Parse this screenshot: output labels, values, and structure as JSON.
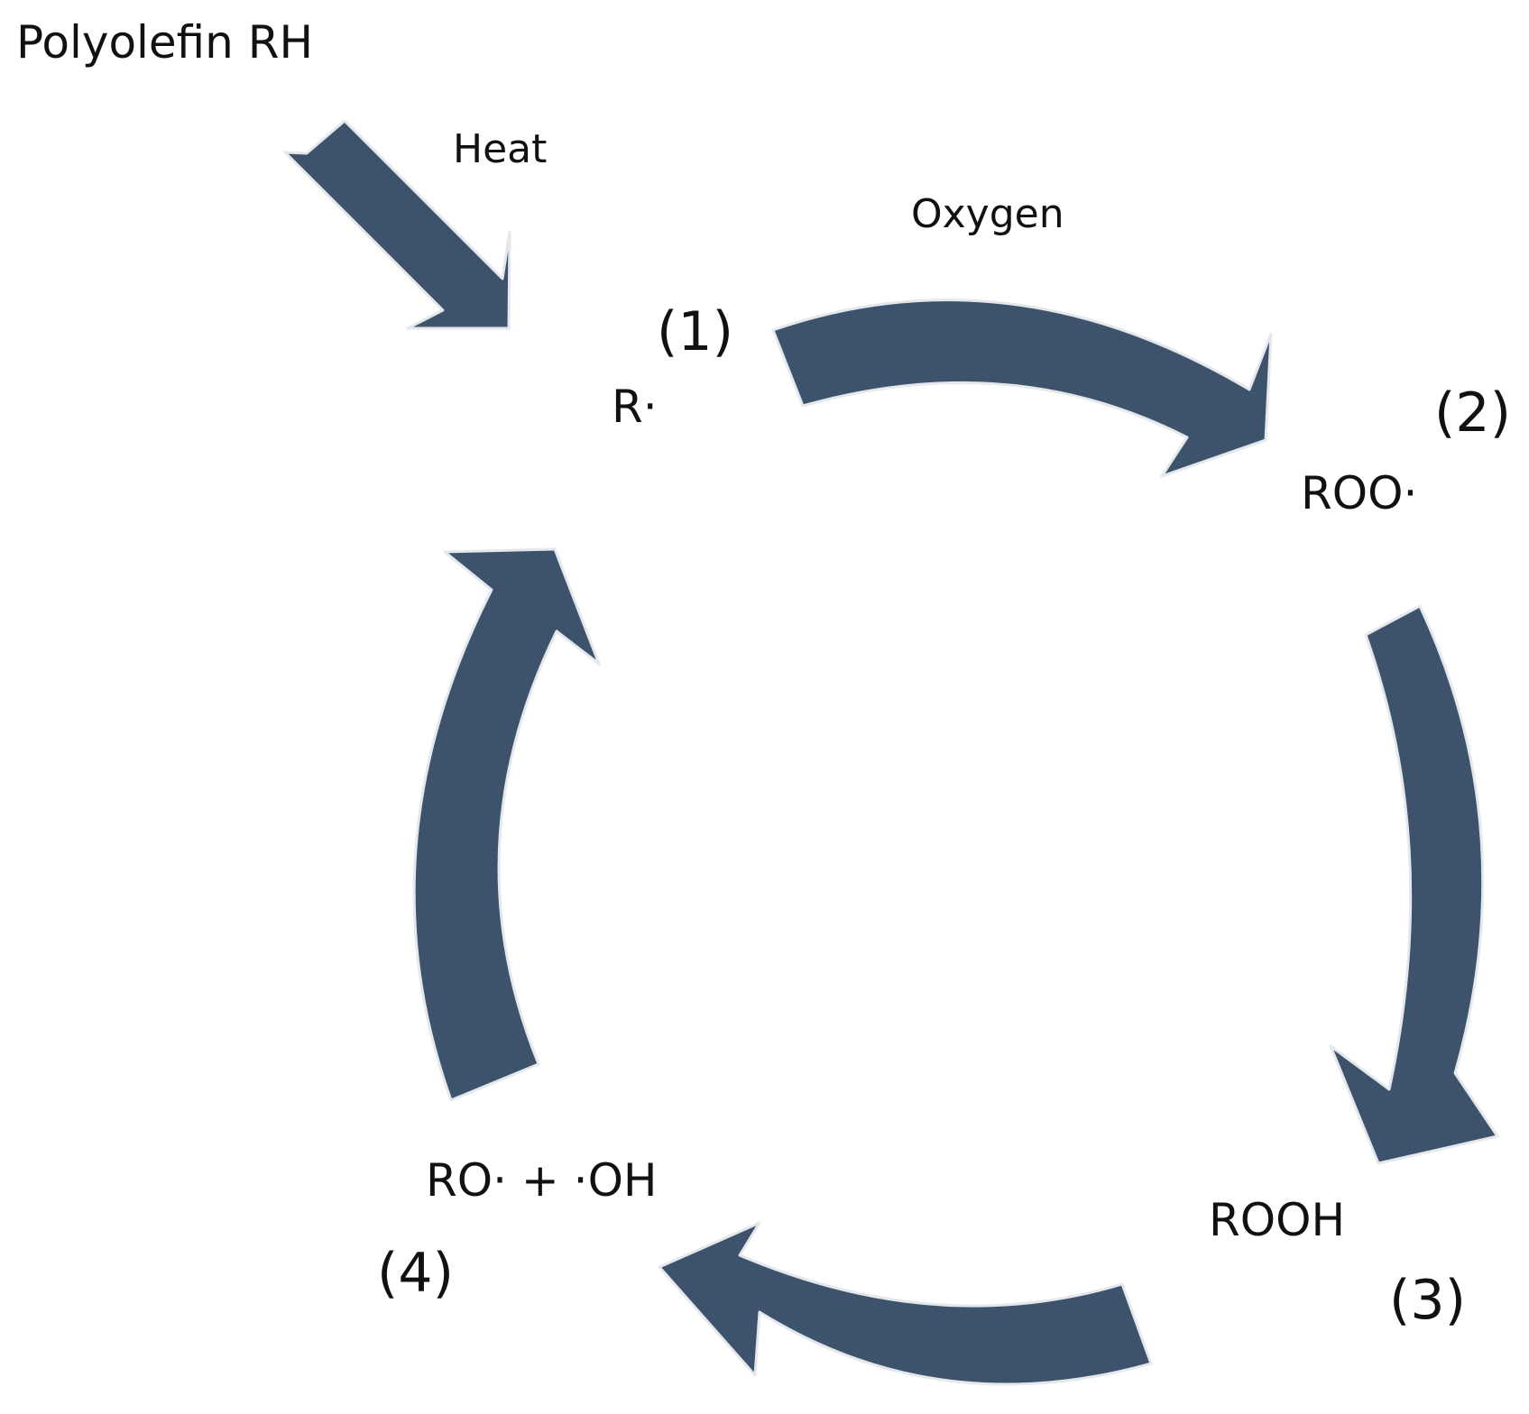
{
  "title": "Polyolefin RH",
  "inputs": {
    "heat": "Heat",
    "oxygen": "Oxygen"
  },
  "steps": [
    {
      "number": "(1)",
      "species": "R·"
    },
    {
      "number": "(2)",
      "species": "ROO·"
    },
    {
      "number": "(3)",
      "species": "ROOH"
    },
    {
      "number": "(4)",
      "species": "RO· + ·OH"
    }
  ],
  "colors": {
    "arrow": "#3c536b",
    "text": "#111111",
    "background": "#ffffff"
  }
}
